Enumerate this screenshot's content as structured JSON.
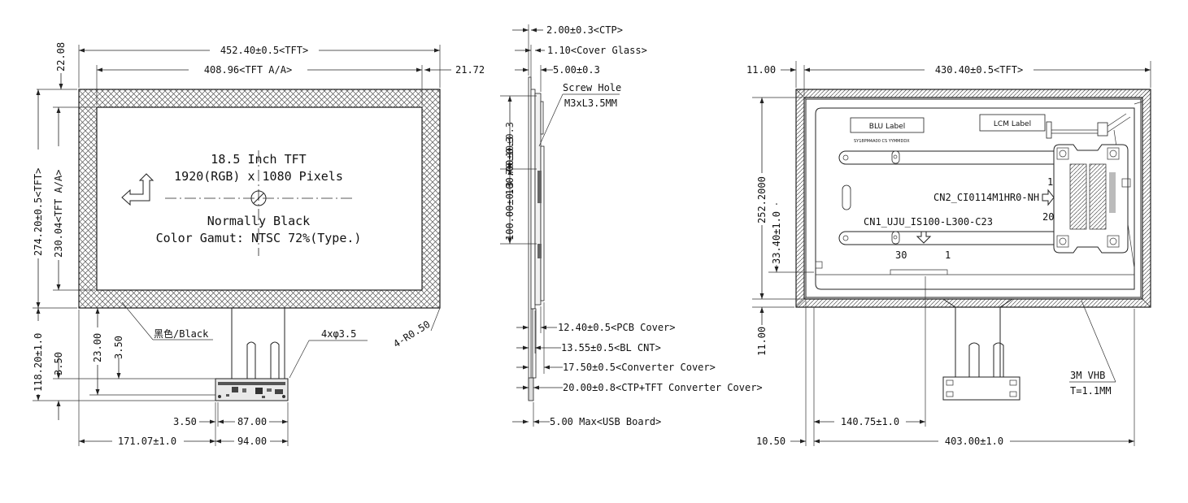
{
  "front_view": {
    "tft_width": "452.40±0.5<TFT>",
    "tft_active_width": "408.96<TFT A/A>",
    "top_margin": "22.08",
    "right_margin": "21.72",
    "tft_height": "274.20±0.5<TFT>",
    "tft_active_height": "230.04<TFT A/A>",
    "title_line1": "18.5 Inch TFT",
    "title_line2": "1920(RGB) x 1080 Pixels",
    "mode": "Normally Black",
    "gamut": "Color Gamut: NTSC 72%(Type.)",
    "black_label": "黑色/Black",
    "hole_label": "4xφ3.5",
    "corner_radius": "4-R0.50",
    "board_height": "118.20±1.0",
    "dim_23": "23.00",
    "dim_350_v": "3.50",
    "dim_350_v2": "3.50",
    "dim_350_h": "3.50",
    "board_width": "87.00",
    "offset_x": "171.07±1.0",
    "board_outer": "94.00"
  },
  "side_view": {
    "ctp": "2.00±0.3<CTP>",
    "cover_glass": "1.10<Cover Glass>",
    "depth_5": "5.00±0.3",
    "screw_title": "Screw Hole",
    "screw_size": "M3xL3.5MM",
    "vert_upper": "100.00±0.3",
    "vert_76": "76.10±0.3",
    "vert_lower": "100.00±0.3",
    "pcb_cover": "12.40±0.5<PCB Cover>",
    "bl_cnt": "13.55±0.5<BL CNT>",
    "converter_cover": "17.50±0.5<Converter Cover>",
    "ctp_tft_converter": "20.00±0.8<CTP+TFT Converter Cover>",
    "usb_board": "5.00 Max<USB Board>"
  },
  "back_view": {
    "left_margin": "11.00",
    "width": "430.40±0.5<TFT>",
    "height": "252.2000",
    "dim_33": "33.40±1.0",
    "bottom_margin": "11.00",
    "blu_label": "BLU Label",
    "lcm_label": "LCM Label",
    "label_code1": "SY18PM4A00   CS   YYMMDDX",
    "cn2": "CN2_CI0114M1HR0-NH",
    "cn1": "CN1_UJU_IS100-L300-C23",
    "pin_1_top": "1",
    "pin_20": "20",
    "pin_30": "30",
    "pin_1_bottom": "1",
    "vhb_title": "3M VHB",
    "vhb_thickness": "T=1.1MM",
    "connector_x": "140.75±1.0",
    "left_offset": "10.50",
    "bottom_width": "403.00±1.0"
  }
}
